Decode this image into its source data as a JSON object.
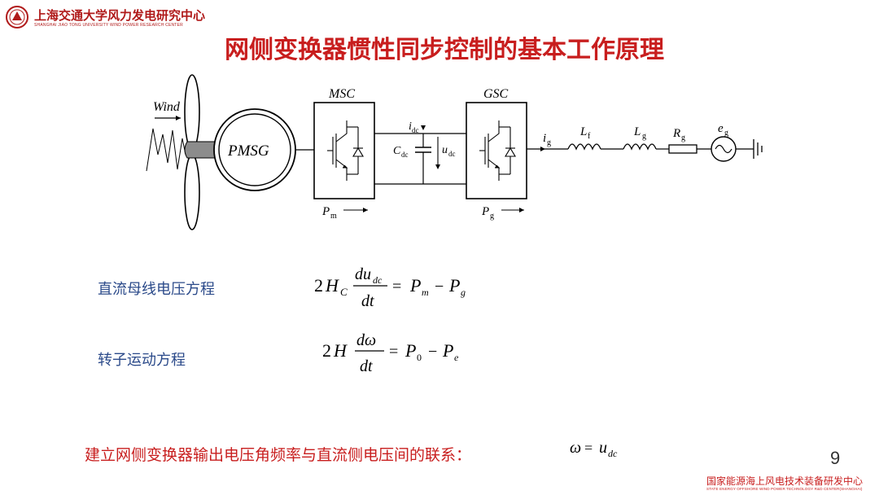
{
  "header": {
    "logo_text": "上海交通大学风力发电研究中心",
    "logo_subtext": "SHANGHAI JIAO TONG UNIVERSITY WIND POWER RESEARCH CENTER"
  },
  "title": "网侧变换器惯性同步控制的基本工作原理",
  "diagram": {
    "wind": "Wind",
    "generator": "PMSG",
    "msc": "MSC",
    "gsc": "GSC",
    "pm": "P",
    "pm_sub": "m",
    "pg": "P",
    "pg_sub": "g",
    "idc": "i",
    "idc_sub": "dc",
    "cdc": "C",
    "cdc_sub": "dc",
    "udc": "u",
    "udc_sub": "dc",
    "ig": "i",
    "ig_sub": "g",
    "lf": "L",
    "lf_sub": "f",
    "lg": "L",
    "lg_sub": "g",
    "rg": "R",
    "rg_sub": "g",
    "eg": "e",
    "eg_sub": "g"
  },
  "equations": {
    "dc_label": "直流母线电压方程",
    "rotor_label": "转子运动方程",
    "dc_eq": "2H_C du_dc/dt = P_m − P_g",
    "rotor_eq": "2H dω/dt = P_0 − P_e"
  },
  "bottom": {
    "text": "建立网侧变换器输出电压角频率与直流侧电压间的联系：",
    "relation": "ω = u_dc"
  },
  "page_number": "9",
  "footer": {
    "cn": "国家能源海上风电技术装备研发中心",
    "en": "STATE ENERGY OFFSHORE WIND POWER TECHNOLOGY R&D CENTER(SHANGHAI)"
  }
}
